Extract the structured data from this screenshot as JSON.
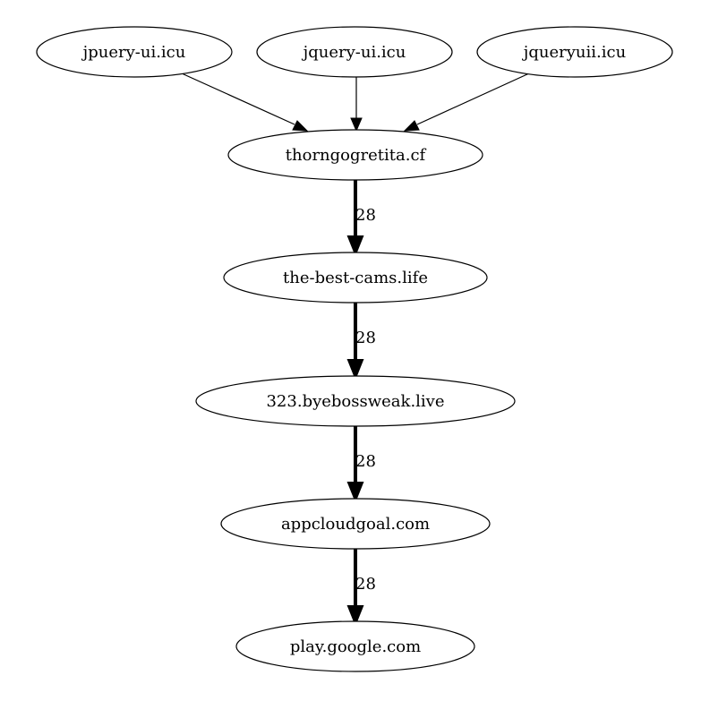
{
  "nodes": {
    "n1": {
      "label": "jpuery-ui.icu"
    },
    "n2": {
      "label": "jquery-ui.icu"
    },
    "n3": {
      "label": "jqueryuii.icu"
    },
    "n4": {
      "label": "thorngogretita.cf"
    },
    "n5": {
      "label": "the-best-cams.life"
    },
    "n6": {
      "label": "323.byebossweak.live"
    },
    "n7": {
      "label": "appcloudgoal.com"
    },
    "n8": {
      "label": "play.google.com"
    }
  },
  "edges": {
    "e1": {
      "from": "jpuery-ui.icu",
      "to": "thorngogretita.cf"
    },
    "e2": {
      "from": "jquery-ui.icu",
      "to": "thorngogretita.cf"
    },
    "e3": {
      "from": "jqueryuii.icu",
      "to": "thorngogretita.cf"
    },
    "e4": {
      "from": "thorngogretita.cf",
      "to": "the-best-cams.life",
      "label": "28"
    },
    "e5": {
      "from": "the-best-cams.life",
      "to": "323.byebossweak.live",
      "label": "28"
    },
    "e6": {
      "from": "323.byebossweak.live",
      "to": "appcloudgoal.com",
      "label": "28"
    },
    "e7": {
      "from": "appcloudgoal.com",
      "to": "play.google.com",
      "label": "28"
    }
  }
}
